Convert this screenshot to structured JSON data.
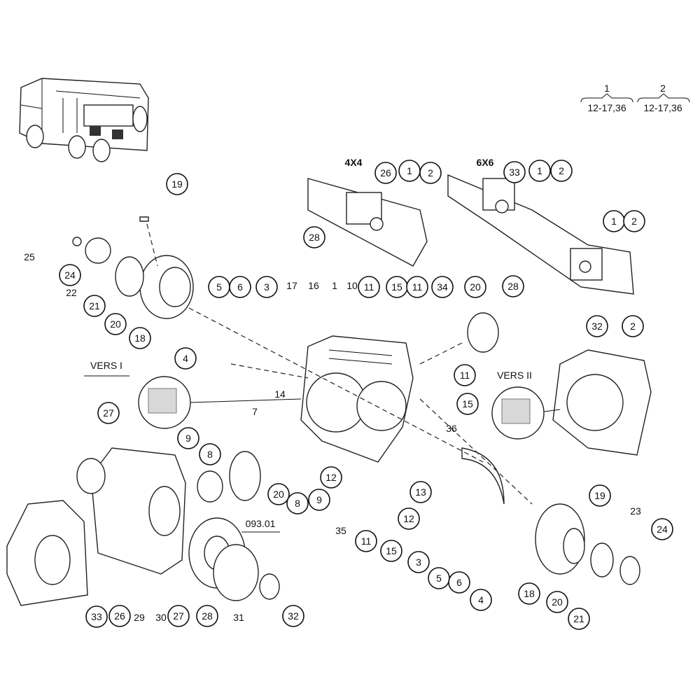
{
  "header": {
    "group1_num": "1",
    "group1_range": "12-17,36",
    "group2_num": "2",
    "group2_range": "12-17,36"
  },
  "insets": {
    "label_4x4": "4X4",
    "label_6x6": "6X6",
    "vers1": "VERS I",
    "vers2": "VERS II"
  },
  "callouts": [
    "19",
    "24",
    "21",
    "20",
    "18",
    "5",
    "6",
    "3",
    "4",
    "27",
    "9",
    "8",
    "12",
    "20",
    "8",
    "9",
    "11",
    "15",
    "12",
    "13",
    "11",
    "15",
    "11",
    "15",
    "11",
    "34",
    "20",
    "26",
    "1",
    "2",
    "28",
    "33",
    "1",
    "2",
    "1",
    "2",
    "28",
    "32",
    "2",
    "3",
    "5",
    "6",
    "4",
    "18",
    "20",
    "21",
    "19",
    "24",
    "33",
    "26",
    "27",
    "28",
    "32"
  ],
  "labels": [
    "25",
    "22",
    "17",
    "16",
    "1",
    "10",
    "14",
    "7",
    "36",
    "35",
    "093.01",
    "29",
    "30",
    "31",
    "23"
  ]
}
